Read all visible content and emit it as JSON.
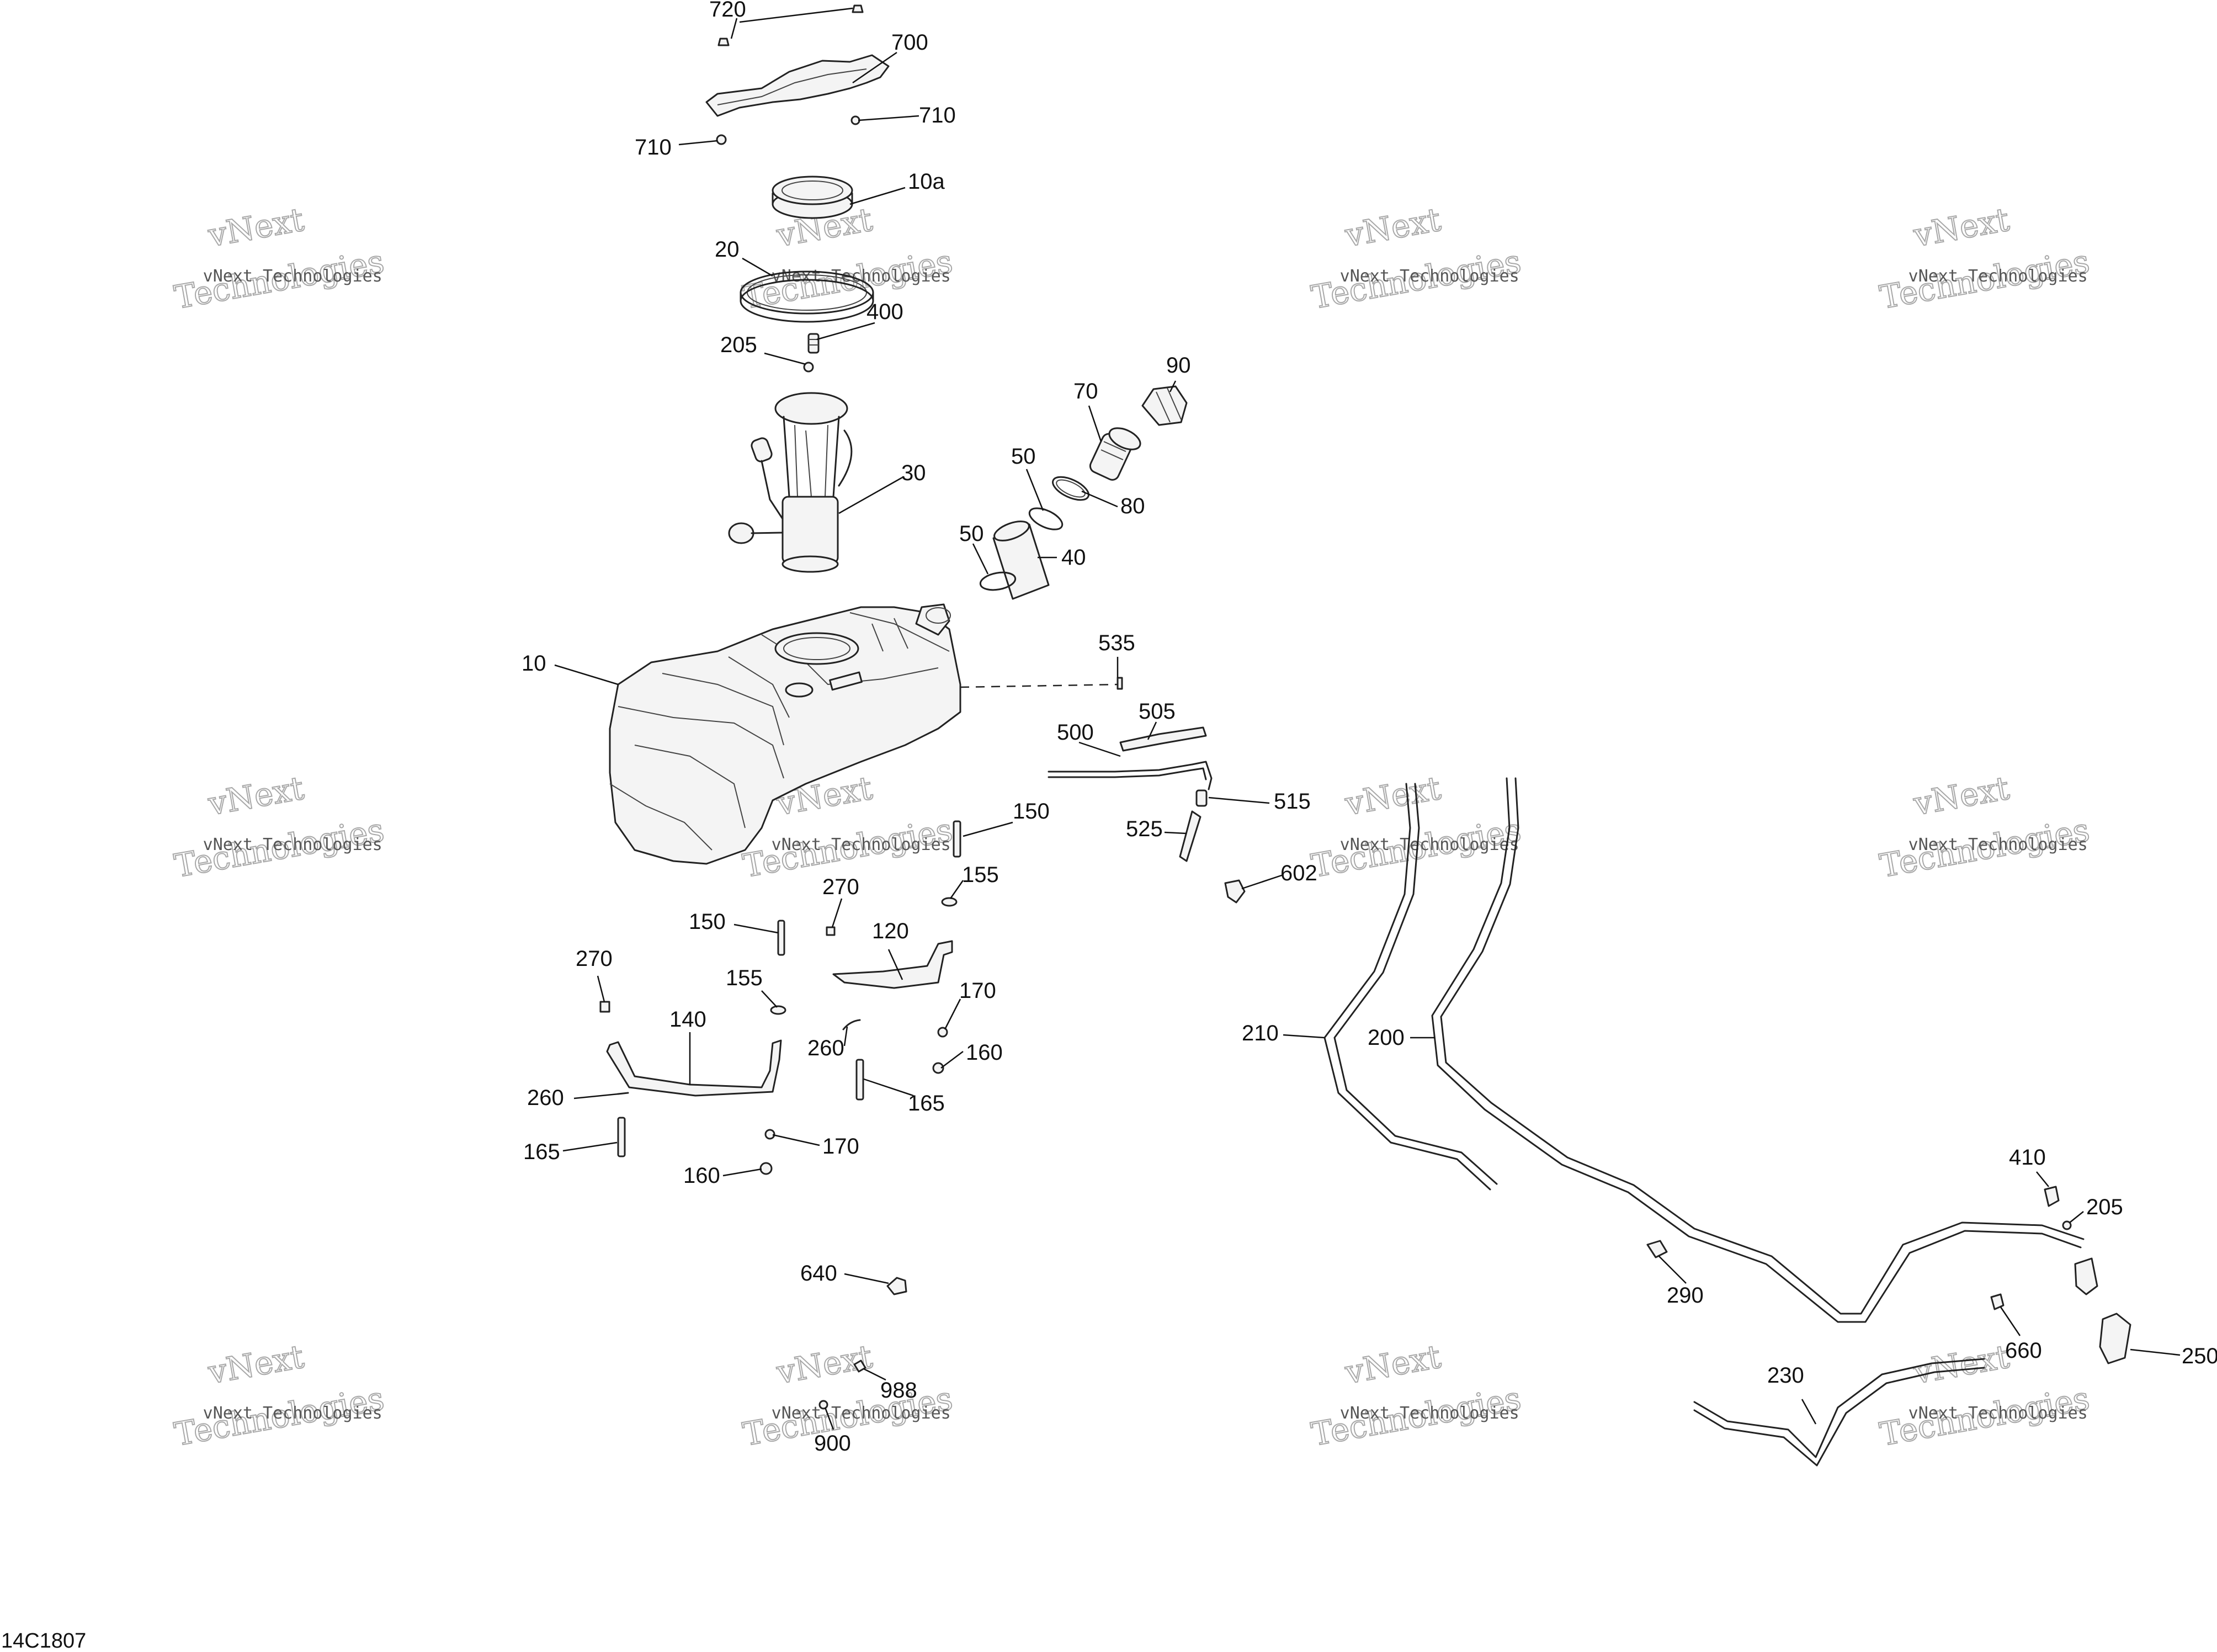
{
  "diagram_code": "14C1807",
  "watermark": {
    "line1": "vNext Technologies",
    "brand": "vNext",
    "line2": "Technologies"
  },
  "callouts": {
    "c720": "720",
    "c700": "700",
    "c710a": "710",
    "c710b": "710",
    "c10a": "10a",
    "c20": "20",
    "c400": "400",
    "c205a": "205",
    "c30": "30",
    "c70": "70",
    "c90": "90",
    "c50a": "50",
    "c80": "80",
    "c50b": "50",
    "c40": "40",
    "c10": "10",
    "c535": "535",
    "c505": "505",
    "c500": "500",
    "c515": "515",
    "c525": "525",
    "c150a": "150",
    "c155a": "155",
    "c602": "602",
    "c270a": "270",
    "c150b": "150",
    "c120": "120",
    "c270b": "270",
    "c155b": "155",
    "c140": "140",
    "c170a": "170",
    "c260a": "260",
    "c160a": "160",
    "c260b": "260",
    "c165a": "165",
    "c170b": "170",
    "c165b": "165",
    "c160b": "160",
    "c210": "210",
    "c200": "200",
    "c410": "410",
    "c205b": "205",
    "c290": "290",
    "c660": "660",
    "c250": "250",
    "c230": "230",
    "c640": "640",
    "c988": "988",
    "c900": "900"
  }
}
